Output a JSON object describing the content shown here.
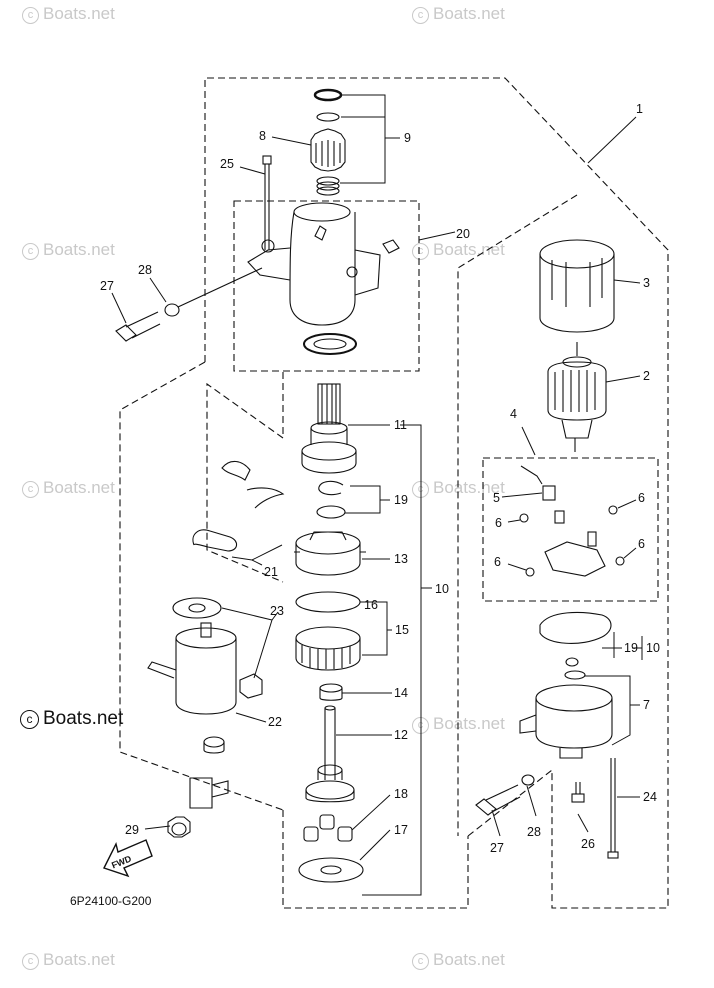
{
  "watermark": "Boats.net",
  "brand_text": "Boats.net",
  "diagram_code": "6P24100-G200",
  "fwd_label": "FWD",
  "callouts": [
    "1",
    "2",
    "3",
    "4",
    "5",
    "6",
    "6",
    "6",
    "6",
    "7",
    "8",
    "9",
    "10",
    "10",
    "11",
    "12",
    "13",
    "14",
    "15",
    "16",
    "17",
    "18",
    "19",
    "19",
    "20",
    "21",
    "22",
    "23",
    "24",
    "25",
    "26",
    "27",
    "27",
    "28",
    "28",
    "29"
  ]
}
